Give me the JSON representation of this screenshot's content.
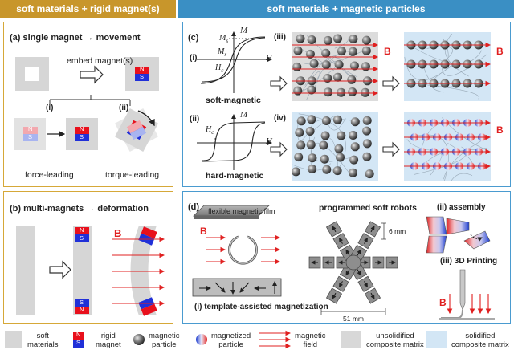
{
  "headers": {
    "left": "soft materials + rigid magnet(s)",
    "right": "soft materials + magnetic particles"
  },
  "panel_a": {
    "title": "(a)  single magnet → movement",
    "embed": "embed magnet(s)",
    "sub_i": "(i)",
    "sub_ii": "(ii)",
    "force": "force-leading",
    "torque": "torque-leading",
    "n": "N",
    "s": "S"
  },
  "panel_b": {
    "title": "(b)  multi-magnets → deformation",
    "field": "B",
    "n": "N",
    "s": "S"
  },
  "panel_c": {
    "title": "(c)",
    "sub_i": "(i)",
    "sub_ii": "(ii)",
    "sub_iii": "(iii)",
    "sub_iv": "(iv)",
    "m_axis": "M",
    "h_axis": "H",
    "ms": "M",
    "ms_sub": "s",
    "mr": "M",
    "mr_sub": "r",
    "hc": "H",
    "hc_sub": "c",
    "soft": "soft-magnetic",
    "hard": "hard-magnetic",
    "field": "B"
  },
  "panel_d": {
    "title": "(d)",
    "film": "flexible magnetic film",
    "field": "B",
    "template": "(i)  template-assisted magnetization",
    "robots": "programmed soft robots",
    "dim_6": "6 mm",
    "dim_51": "51 mm",
    "assembly": "(ii)  assembly",
    "printing": "(iii)  3D Printing",
    "field2": "B"
  },
  "legend": {
    "soft_materials": "soft\nmaterials",
    "rigid_magnet": "rigid\nmagnet",
    "magnetic_particle": "magnetic\nparticle",
    "magnetized_particle": "magnetized\nparticle",
    "magnetic_field": "magnetic\nfield",
    "unsolidified": "unsolidified\ncomposite matrix",
    "solidified": "solidified\ncomposite matrix",
    "n": "N",
    "s": "S"
  },
  "colors": {
    "gold": "#c8962b",
    "blue": "#3a8fc4",
    "red": "#e02020",
    "magnet_red": "#e8101c",
    "magnet_blue": "#2030d8"
  }
}
